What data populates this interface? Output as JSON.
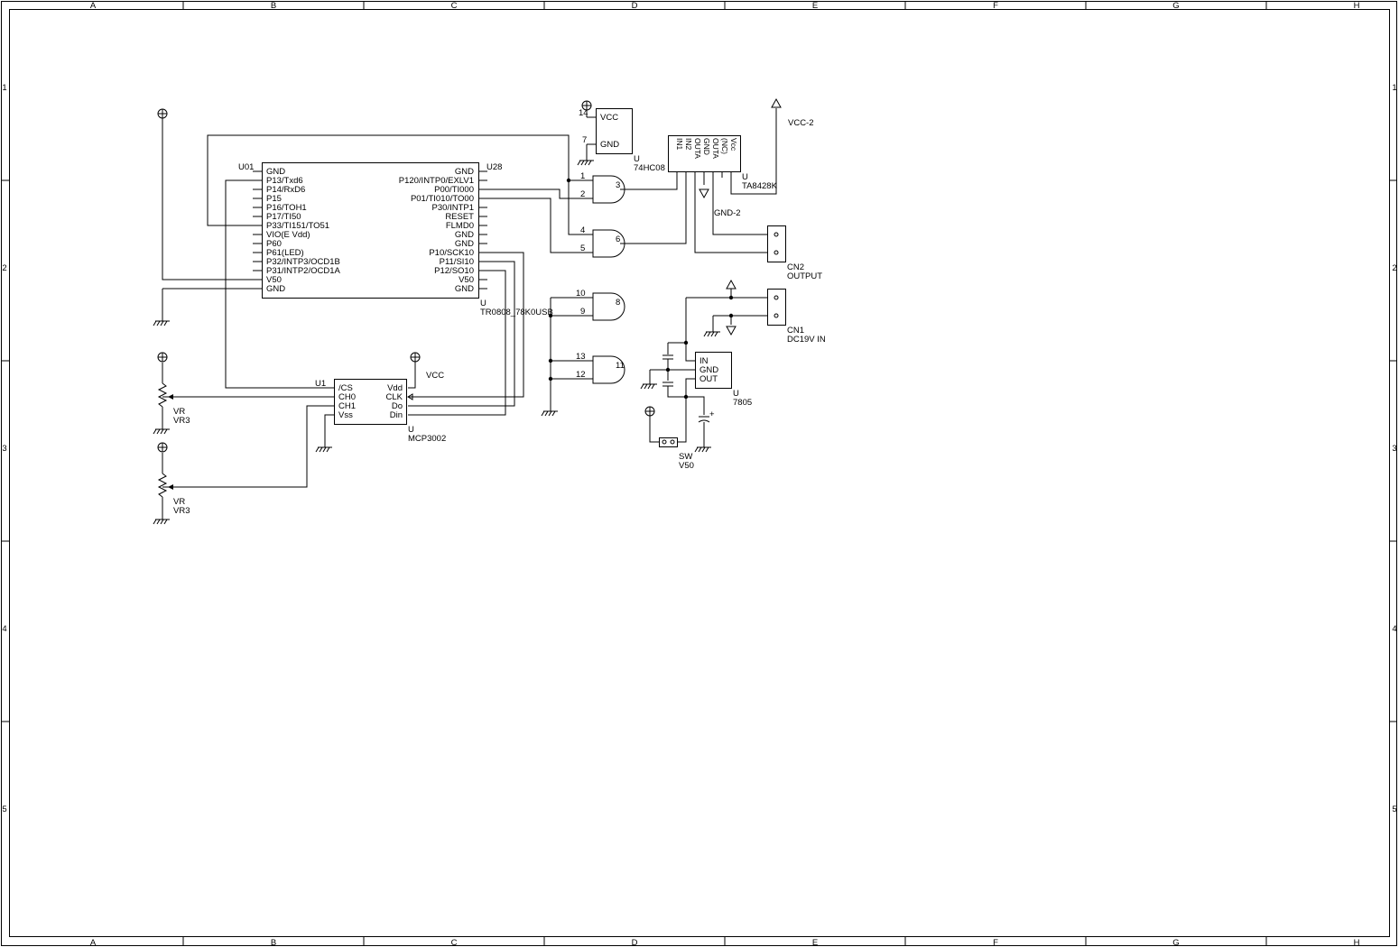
{
  "frame": {
    "col_letters": [
      "A",
      "B",
      "C",
      "D",
      "E",
      "F",
      "G",
      "H"
    ],
    "row_numbers": [
      "1",
      "2",
      "3",
      "4",
      "5"
    ]
  },
  "mcu": {
    "ref": "U01",
    "ref2": "U28",
    "part_ref": "U",
    "part_value": "TR0808_78K0USB",
    "left_pins": [
      "GND",
      "P13/Txd6",
      "P14/RxD6",
      "P15",
      "P16/TOH1",
      "P17/TI50",
      "P33/TI151/TO51",
      "VIO(E Vdd)",
      "P60",
      "P61(LED)",
      "P32/INTP3/OCD1B",
      "P31/INTP2/OCD1A",
      "V50",
      "GND"
    ],
    "right_pins": [
      "GND",
      "P120/INTP0/EXLV1",
      "P00/TI000",
      "P01/TI010/TO00",
      "P30/INTP1",
      "RESET",
      "FLMD0",
      "GND",
      "GND",
      "P10/SCK10",
      "P11/SI10",
      "P12/SO10",
      "V50",
      "GND"
    ]
  },
  "adc": {
    "ref": "U1",
    "part_ref": "U",
    "part_value": "MCP3002",
    "left_pins": [
      "/CS",
      "CH0",
      "CH1",
      "Vss"
    ],
    "right_pins": [
      "Vdd",
      "CLK",
      "Do",
      "Din"
    ],
    "vcc_label": "VCC"
  },
  "gate_power": {
    "vcc": "VCC",
    "gnd": "GND",
    "pin14": "14",
    "pin7": "7"
  },
  "gates": {
    "part_ref": "U",
    "part_value": "74HC08",
    "pins": [
      "1",
      "2",
      "3",
      "4",
      "5",
      "6",
      "10",
      "9",
      "8",
      "13",
      "12",
      "11"
    ]
  },
  "driver": {
    "part_ref": "U",
    "part_value": "TA8428K",
    "pins": [
      "IN1",
      "IN2",
      "OUTA",
      "GND",
      "OUTA",
      "(NC)",
      "Vcc"
    ],
    "vcc_label": "VCC-2",
    "gnd_label": "GND-2"
  },
  "connectors": {
    "cn2_ref": "CN2",
    "cn2_value": "OUTPUT",
    "cn1_ref": "CN1",
    "cn1_value": "DC19V IN"
  },
  "regulator": {
    "pins": [
      "IN",
      "GND",
      "OUT"
    ],
    "part_ref": "U",
    "part_value": "7805"
  },
  "switch": {
    "ref": "SW",
    "value": "V50"
  },
  "pots": [
    {
      "ref": "VR",
      "value": "VR3"
    },
    {
      "ref": "VR",
      "value": "VR3"
    }
  ]
}
